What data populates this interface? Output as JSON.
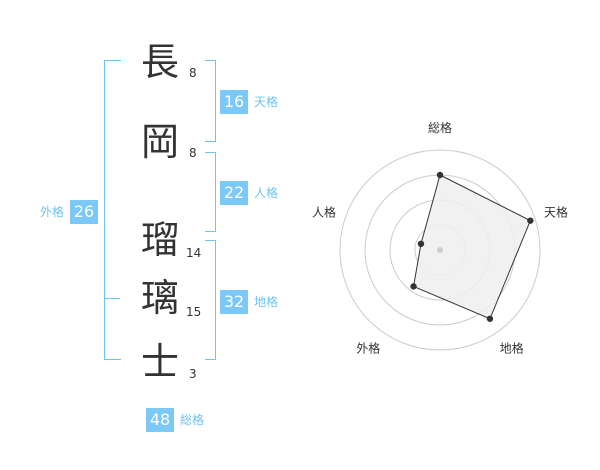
{
  "name": {
    "chars": [
      {
        "char": "長",
        "strokes": "8"
      },
      {
        "char": "岡",
        "strokes": "8"
      },
      {
        "char": "瑠",
        "strokes": "14"
      },
      {
        "char": "璃",
        "strokes": "15"
      },
      {
        "char": "士",
        "strokes": "3"
      }
    ]
  },
  "fortunes": {
    "tenkaku": {
      "value": "16",
      "label": "天格"
    },
    "jinkaku": {
      "value": "22",
      "label": "人格"
    },
    "chikaku": {
      "value": "32",
      "label": "地格"
    },
    "gaikaku": {
      "value": "26",
      "label": "外格"
    },
    "soukaku": {
      "value": "48",
      "label": "総格"
    }
  },
  "chart_data": {
    "type": "radar",
    "axes": [
      "総格",
      "天格",
      "地格",
      "外格",
      "人格"
    ],
    "values": [
      0.75,
      0.95,
      0.85,
      0.45,
      0.2
    ],
    "range": [
      0,
      1
    ],
    "rings": 4
  },
  "colors": {
    "accent": "#7cc8f6",
    "bracket": "#6ec3f2",
    "text": "#333333",
    "radar_fill": "#efefef",
    "radar_stroke": "#333333",
    "ring": "#cccccc"
  }
}
